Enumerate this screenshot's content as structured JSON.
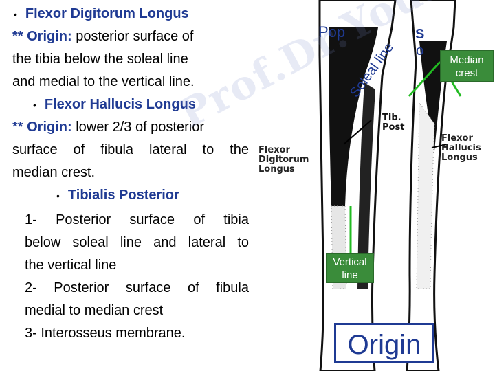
{
  "slide": {
    "bullet1_title": "Flexor Digitorum Longus",
    "origin1_prefix": "** ",
    "origin1_label": "Origin:",
    "origin1_lines": [
      "posterior surface of",
      "the tibia below the soleal line",
      "and medial to the vertical line."
    ],
    "bullet2_title": "Flexor Hallucis Longus",
    "origin2_prefix": "** ",
    "origin2_label": "Origin:",
    "origin2_lines": [
      "lower 2/3 of posterior",
      "surface of fibula lateral to the",
      "median crest."
    ],
    "bullet3_title": "Tibialis Posterior",
    "tp_lines": [
      "1- Posterior surface of tibia",
      "below soleal line and lateral to",
      "the vertical line",
      "2- Posterior surface of fibula",
      "medial to median crest",
      "3- Interosseus membrane."
    ],
    "bullet_symbol": "•"
  },
  "figure": {
    "pop_label": "Pop",
    "soleal_label": "Soleal line",
    "so_label_1": "S",
    "so_label_2": "o",
    "median_label_1": "Median",
    "median_label_2": "crest",
    "vertical_label_1": "Vertical",
    "vertical_label_2": "line",
    "origin_box": "Origin",
    "hand_fdl": [
      "Flexor",
      "Digitorum",
      "Longus"
    ],
    "hand_fhl": [
      "Flexor",
      "Hallucis",
      "Longus"
    ],
    "hand_tib": [
      "Tib.",
      "Post"
    ],
    "watermark": "Prof.Dr.Yousef Hussein",
    "colors": {
      "heading": "#1f3a93",
      "label_green": "#3a8c3a",
      "arrow_green": "#22bb22"
    }
  }
}
